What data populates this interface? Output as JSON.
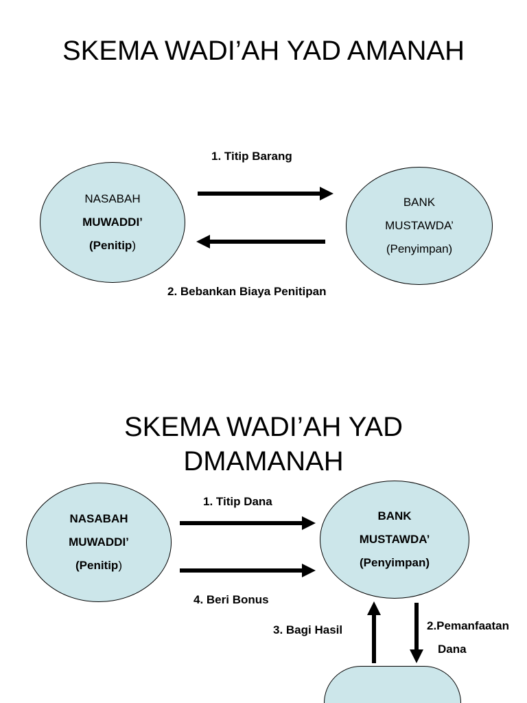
{
  "colors": {
    "oval_fill": "#cce6ea",
    "stroke": "#000000"
  },
  "scheme1": {
    "title": "SKEMA WADI’AH YAD AMANAH",
    "left_node": {
      "line1": "NASABAH",
      "line2": "MUWADDI’",
      "line3_bold": "(Penitip",
      "line3_end": ")"
    },
    "right_node": {
      "line1": "BANK",
      "line2": "MUSTAWDA’",
      "line3": "(Penyimpan)"
    },
    "arrow_top_label": "1. Titip Barang",
    "arrow_bottom_label": "2. Bebankan Biaya Penitipan"
  },
  "scheme2": {
    "title_line1": "SKEMA WADI’AH YAD",
    "title_line2": "DMAMANAH",
    "left_node": {
      "line1": "NASABAH",
      "line2": "MUWADDI’",
      "line3_bold": "(Penitip",
      "line3_end": ")"
    },
    "right_node": {
      "line1": "BANK",
      "line2": "MUSTAWDA’",
      "line3": "(Penyimpan)"
    },
    "arrow_top_label": "1. Titip Dana",
    "arrow_bottom_label": "4. Beri Bonus",
    "arrow_up_label": "3. Bagi Hasil",
    "arrow_down_label_line1": "2.Pemanfaatan",
    "arrow_down_label_line2": "Dana"
  }
}
